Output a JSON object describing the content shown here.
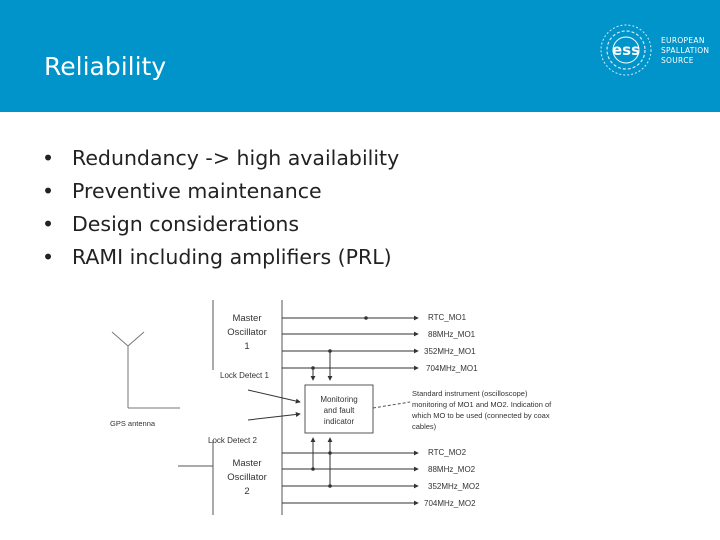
{
  "slide": {
    "title": "Reliability",
    "logo_text": [
      "EUROPEAN",
      "SPALLATION",
      "SOURCE"
    ],
    "logo_mark": "ess",
    "bullet_char": "•",
    "bullets": [
      "Redundancy -> high availability",
      "Preventive maintenance",
      "Design considerations",
      "RAMI including amplifiers (PRL)"
    ]
  },
  "diagram": {
    "master1": [
      "Master",
      "Oscillator",
      "1"
    ],
    "master2": [
      "Master",
      "Oscillator",
      "2"
    ],
    "lock1": "Lock Detect 1",
    "lock2": "Lock Detect 2",
    "monitor": [
      "Monitoring",
      "and fault",
      "indicator"
    ],
    "gps": "GPS antenna",
    "outputs_top": [
      "RTC_MO1",
      "88MHz_MO1",
      "352MHz_MO1",
      "704MHz_MO1"
    ],
    "outputs_bottom": [
      "RTC_MO2",
      "88MHz_MO2",
      "352MHz_MO2",
      "704MHz_MO2"
    ],
    "note": [
      "Standard instrument (oscilloscope)",
      "monitoring of MO1 and MO2. Indication of",
      "which MO to be used (connected by coax",
      "cables)"
    ]
  },
  "colors": {
    "header": "#0094CA",
    "text": "#222222"
  }
}
